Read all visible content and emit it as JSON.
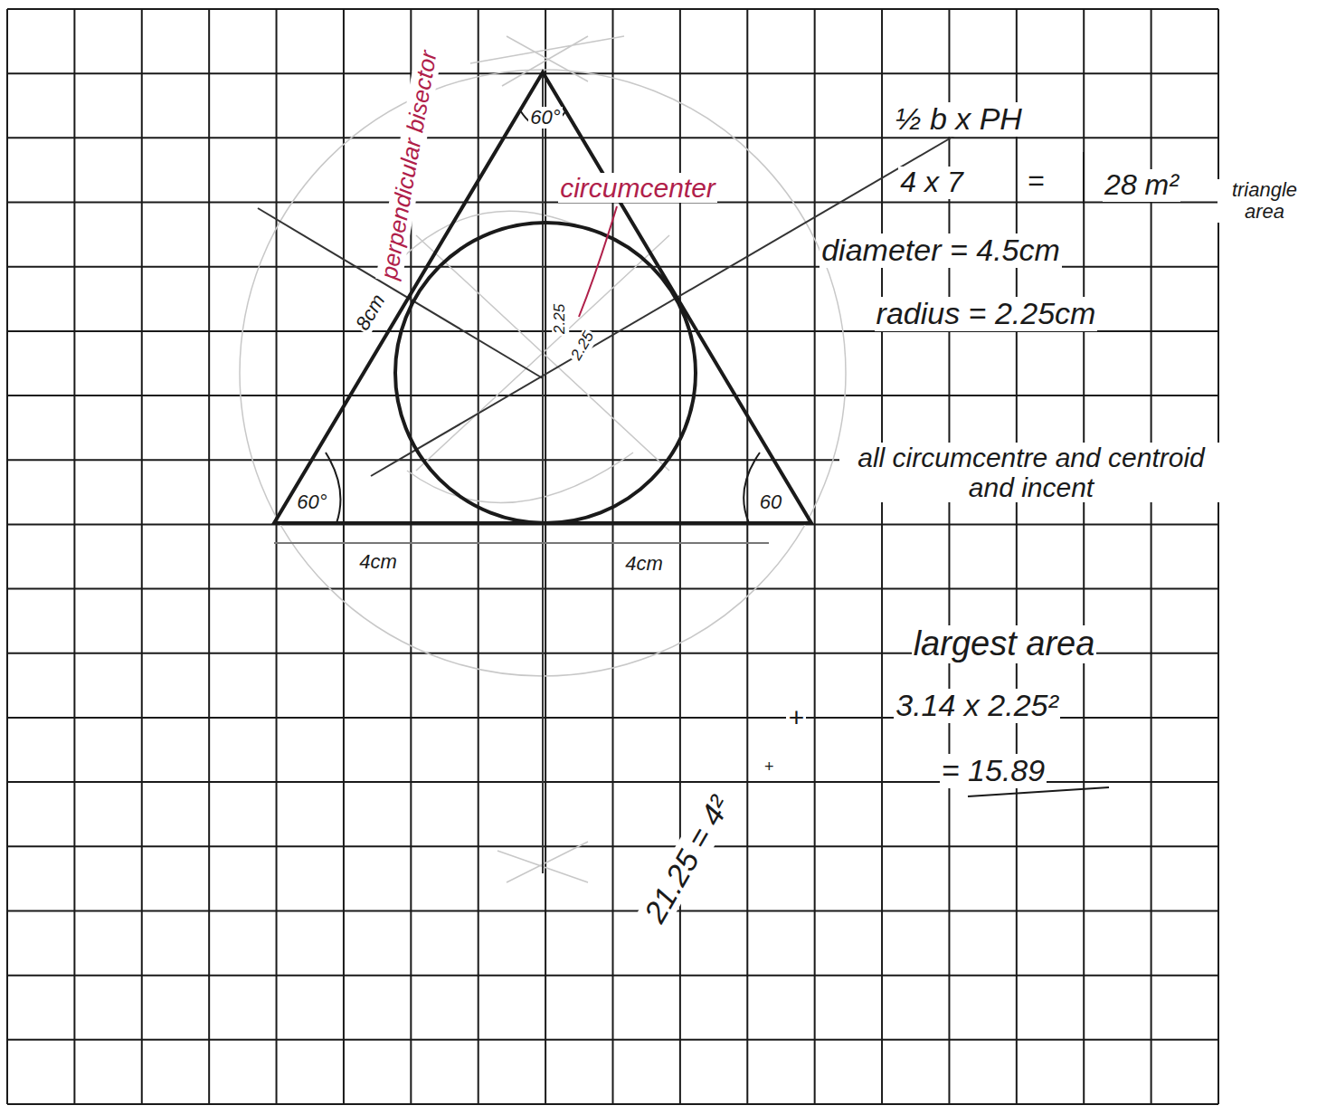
{
  "diagram": {
    "labels": [
      "60°",
      "perpendicular bisector",
      "circumcenter",
      "½ b x PH",
      "4 x 7",
      "=",
      "28 m²",
      "triangle area",
      "diameter = 4.5cm",
      "radius = 2.25cm",
      "8cm",
      "2.25",
      "2.25",
      "all circumcentre and centroid and incent",
      "60°",
      "60",
      "4cm",
      "4cm",
      "largest area",
      "+",
      "3.14 x 2.25²",
      "= 15.89",
      "21.25 = 4²",
      "+"
    ]
  }
}
